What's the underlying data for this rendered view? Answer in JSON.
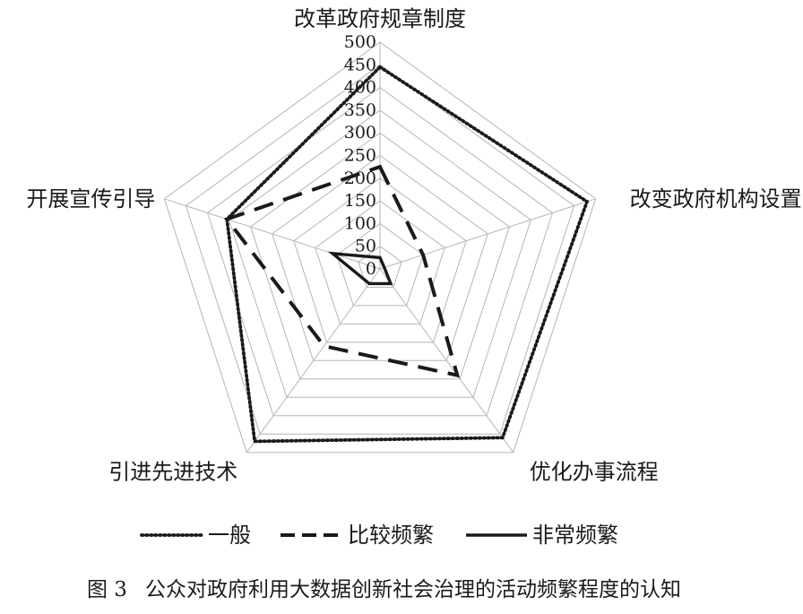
{
  "chart_data": {
    "type": "radar",
    "axes": [
      "改革政府规章制度",
      "改变政府机构设置",
      "优化办事流程",
      "引进先进技术",
      "开展宣传引导"
    ],
    "rmax": 500,
    "ticks": [
      "0",
      "50",
      "100",
      "150",
      "200",
      "250",
      "300",
      "350",
      "400",
      "450",
      "500"
    ],
    "tick_values": [
      0,
      50,
      100,
      150,
      200,
      250,
      300,
      350,
      400,
      450,
      500
    ],
    "grid": true,
    "legend": {
      "placement": "bottom"
    },
    "series": [
      {
        "name": "一般",
        "style": "dotted",
        "color": "#1a1a1a",
        "values": [
          445,
          480,
          460,
          470,
          355
        ]
      },
      {
        "name": "比较频繁",
        "style": "dashed",
        "color": "#1a1a1a",
        "values": [
          225,
          100,
          290,
          210,
          355
        ]
      },
      {
        "name": "非常频繁",
        "style": "solid",
        "color": "#1a1a1a",
        "values": [
          25,
          10,
          40,
          40,
          110
        ]
      }
    ]
  },
  "caption": {
    "fig_number": "图 3",
    "text": "公众对政府利用大数据创新社会治理的活动频繁程度的认知"
  }
}
